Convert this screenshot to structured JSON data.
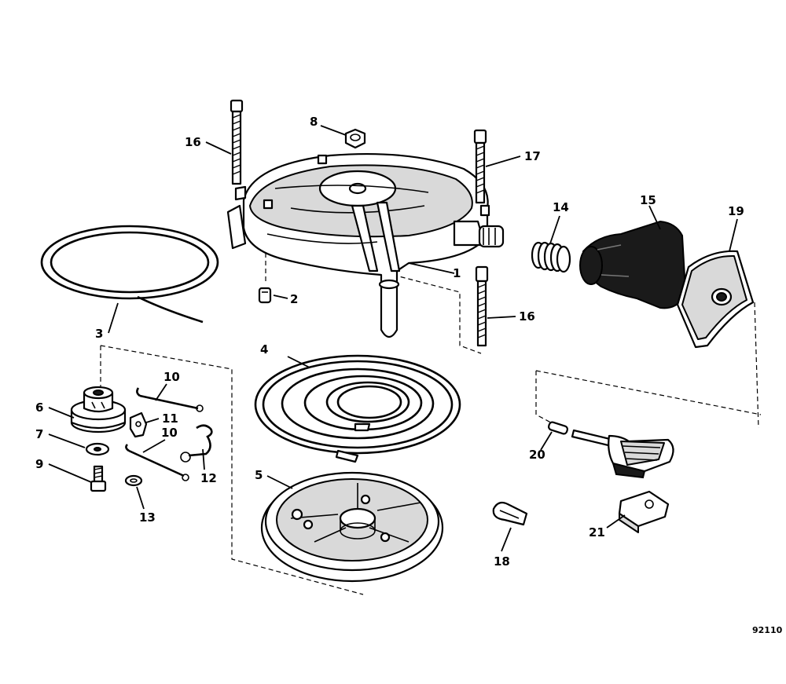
{
  "diagram": {
    "figure_id": "92110",
    "callouts": {
      "c1": "1",
      "c2": "2",
      "c3": "3",
      "c4": "4",
      "c5": "5",
      "c6": "6",
      "c7": "7",
      "c8": "8",
      "c9": "9",
      "c10a": "10",
      "c10b": "10",
      "c11": "11",
      "c12": "12",
      "c13": "13",
      "c14": "14",
      "c15": "15",
      "c16a": "16",
      "c16b": "16",
      "c17": "17",
      "c18": "18",
      "c19": "19",
      "c20": "20",
      "c21": "21"
    }
  }
}
